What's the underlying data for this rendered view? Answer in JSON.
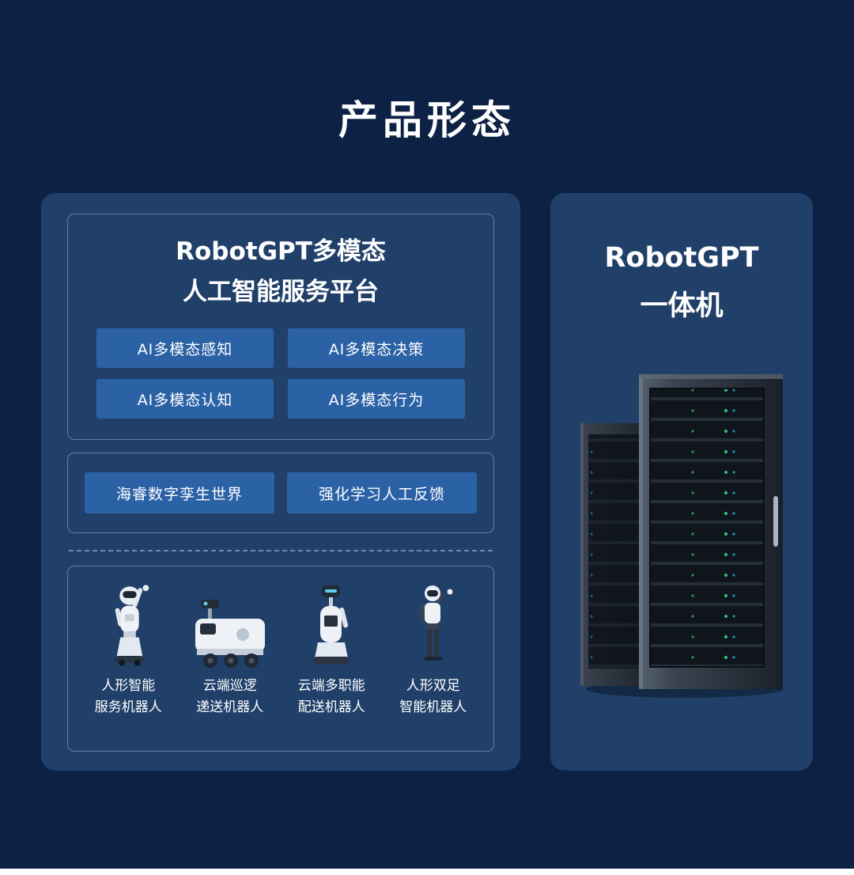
{
  "page": {
    "title": "产品形态"
  },
  "left_panel": {
    "platform": {
      "title_line1": "RobotGPT多模态",
      "title_line2": "人工智能服务平台",
      "buttons": [
        "AI多模态感知",
        "AI多模态决策",
        "AI多模态认知",
        "AI多模态行为"
      ]
    },
    "middle_buttons": [
      "海睿数字孪生世界",
      "强化学习人工反馈"
    ],
    "robots": [
      {
        "line1": "人形智能",
        "line2": "服务机器人",
        "icon": "humanoid-service-robot-icon"
      },
      {
        "line1": "云端巡逻",
        "line2": "递送机器人",
        "icon": "patrol-delivery-robot-icon"
      },
      {
        "line1": "云端多职能",
        "line2": "配送机器人",
        "icon": "multirole-delivery-robot-icon"
      },
      {
        "line1": "人形双足",
        "line2": "智能机器人",
        "icon": "bipedal-humanoid-robot-icon"
      }
    ]
  },
  "right_panel": {
    "title_line1": "RobotGPT",
    "title_line2": "一体机",
    "image": "server-rack-icon"
  },
  "colors": {
    "background": "#0C2143",
    "panel": "#20406A",
    "button_blue": "#2B62A6",
    "border": "#96B2D2",
    "text": "#FFFFFF"
  }
}
